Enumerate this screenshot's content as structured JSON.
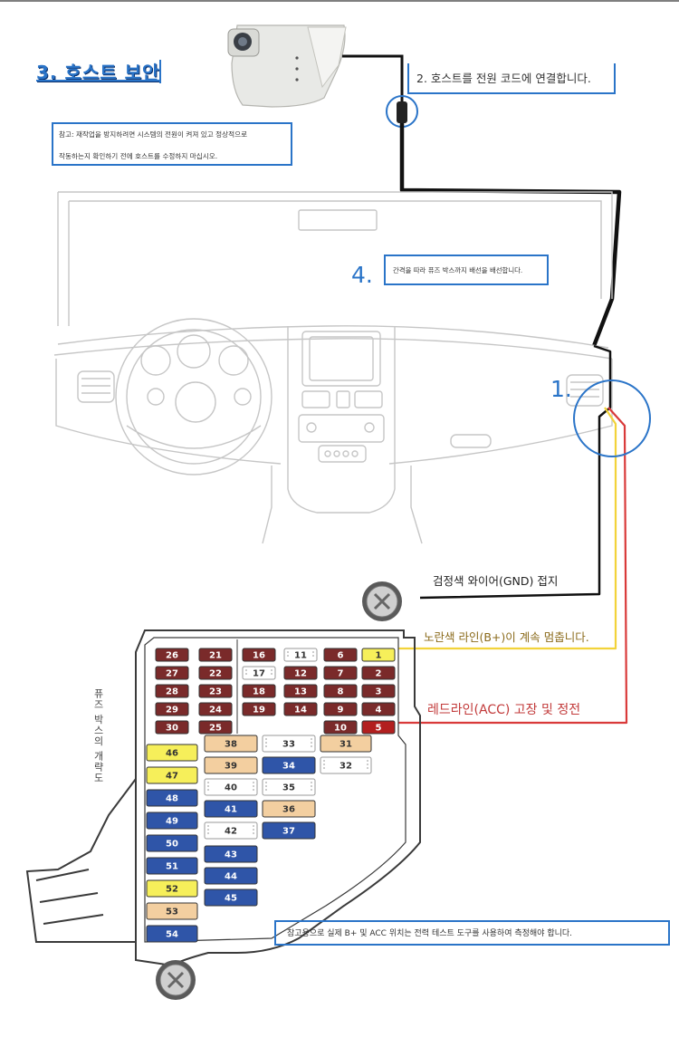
{
  "title": "3. 호스트 보안",
  "note": {
    "line1": "참고: 재작업을 방지하려면 시스템의 전원이 켜져 있고 정상적으로",
    "line2": "작동하는지 확인하기 전에 호스트를 수정하지 마십시오."
  },
  "step2": "2. 호스트를 전원 코드에 연결합니다.",
  "step4": {
    "number": "4.",
    "text": "간격을 따라 퓨즈 박스까지 배선을 배선합니다."
  },
  "step1": {
    "number": "1."
  },
  "wires": {
    "gnd_label": "검정색 와이어(GND) 접지",
    "yellow_label": "노란색 라인(B+)이 계속 멈춥니다.",
    "red_label": "레드라인(ACC) 고장 및 정전",
    "gnd_color": "#111111",
    "yellow_color": "#f2d33a",
    "red_color": "#d93a3a"
  },
  "fuse_box": {
    "side_label": "퓨즈 박스의 개략도",
    "small_fuse_rows": [
      [
        "26",
        "21",
        "16",
        "11",
        "6",
        "1"
      ],
      [
        "27",
        "22",
        "17",
        "12",
        "7",
        "2"
      ],
      [
        "28",
        "23",
        "18",
        "13",
        "8",
        "3"
      ],
      [
        "29",
        "24",
        "19",
        "14",
        "9",
        "4"
      ],
      [
        "30",
        "25",
        "",
        "",
        "10",
        "5"
      ]
    ],
    "small_fuse_colors": [
      [
        "dark",
        "dark",
        "dark",
        "empty",
        "dark",
        "yellow"
      ],
      [
        "dark",
        "dark",
        "empty",
        "dark",
        "dark",
        "dark"
      ],
      [
        "dark",
        "dark",
        "dark",
        "dark",
        "dark",
        "dark"
      ],
      [
        "dark",
        "dark",
        "dark",
        "dark",
        "dark",
        "dark"
      ],
      [
        "dark",
        "dark",
        "",
        "",
        "dark",
        "red"
      ]
    ],
    "large_fuses": [
      {
        "label": "46",
        "color": "yellow"
      },
      {
        "label": "47",
        "color": "yellow"
      },
      {
        "label": "48",
        "color": "blue"
      },
      {
        "label": "49",
        "color": "blue"
      },
      {
        "label": "50",
        "color": "blue"
      },
      {
        "label": "51",
        "color": "blue"
      },
      {
        "label": "52",
        "color": "yellow"
      },
      {
        "label": "53",
        "color": "tan"
      },
      {
        "label": "54",
        "color": "blue"
      }
    ],
    "mid_fuses": [
      {
        "label": "38",
        "color": "tan"
      },
      {
        "label": "39",
        "color": "tan"
      },
      {
        "label": "40",
        "color": "empty"
      },
      {
        "label": "41",
        "color": "blue"
      },
      {
        "label": "42",
        "color": "empty"
      },
      {
        "label": "43",
        "color": "blue"
      },
      {
        "label": "44",
        "color": "blue"
      },
      {
        "label": "45",
        "color": "blue"
      }
    ],
    "right_fuses": [
      {
        "label": "33",
        "color": "empty"
      },
      {
        "label": "34",
        "color": "blue"
      },
      {
        "label": "35",
        "color": "empty"
      },
      {
        "label": "36",
        "color": "tan"
      },
      {
        "label": "37",
        "color": "blue"
      }
    ],
    "far_right_fuses": [
      {
        "label": "31",
        "color": "tan"
      },
      {
        "label": "32",
        "color": "empty"
      }
    ],
    "fuse_palette": {
      "dark": "#7a2a2a",
      "yellow": "#f6ef5a",
      "red": "#b21f1f",
      "blue": "#2f55a8",
      "tan": "#f3cfa0",
      "empty": "#ffffff"
    }
  },
  "bottom_note": "참고용으로 실제 B+ 및 ACC 위치는 전력 테스트 도구를 사용하여 측정해야 합니다."
}
